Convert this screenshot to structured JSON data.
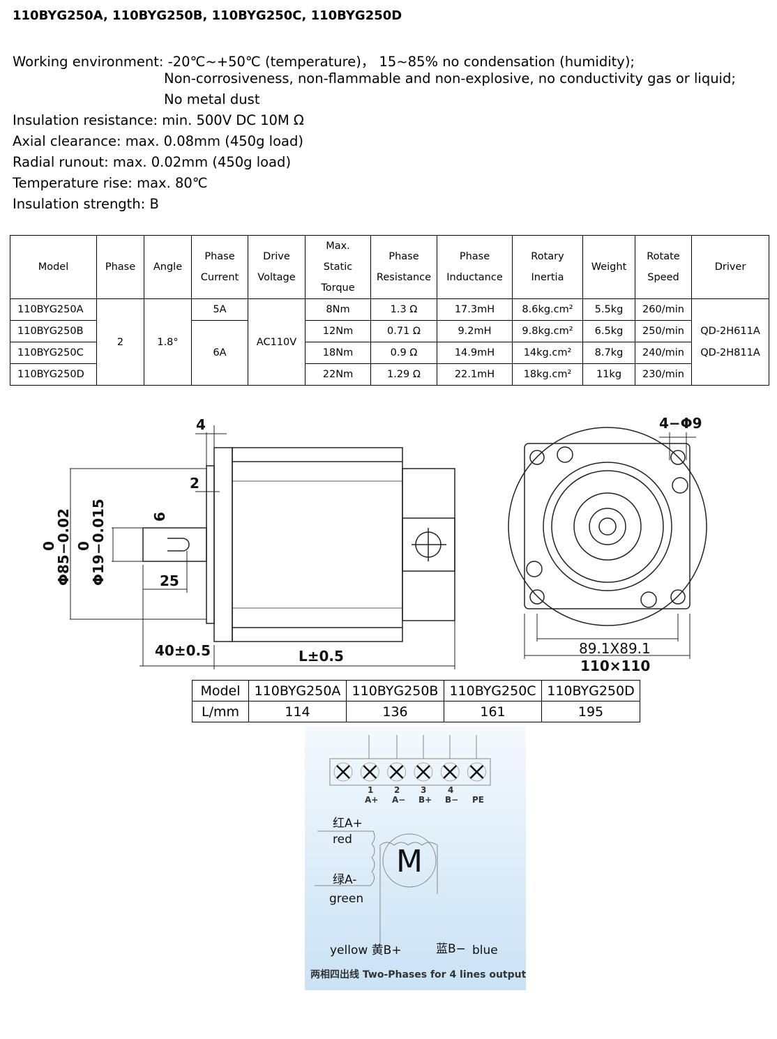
{
  "title": "110BYG250A, 110BYG250B, 110BYG250C, 110BYG250D",
  "specs": {
    "env1": "Working environment: -20℃~+50℃  (temperature)， 15~85% no condensation (humidity);",
    "env2": "Non-corrosiveness, non-flammable and non-explosive, no conductivity gas or liquid;",
    "env3": "No metal dust",
    "insulation_resistance": "Insulation resistance: min. 500V DC 10M Ω",
    "axial": "Axial clearance: max. 0.08mm (450g load)",
    "radial": "Radial runout: max. 0.02mm (450g load)",
    "temp_rise": "Temperature rise: max. 80℃",
    "insulation_strength": "Insulation strength: B"
  },
  "table": {
    "headers": [
      [
        "Model"
      ],
      [
        "Phase"
      ],
      [
        "Angle"
      ],
      [
        "Phase",
        "Current"
      ],
      [
        "Drive",
        "Voltage"
      ],
      [
        "Max.",
        "Static",
        "Torque"
      ],
      [
        "Phase",
        "Resistance"
      ],
      [
        "Phase",
        "Inductance"
      ],
      [
        "Rotary",
        "Inertia"
      ],
      [
        "Weight"
      ],
      [
        "Rotate",
        "Speed"
      ],
      [
        "Driver"
      ]
    ],
    "phase": "2",
    "angle": "1.8°",
    "voltage": "AC110V",
    "current_a": "5A",
    "current_bcd": "6A",
    "driver_1": "QD-2H611A",
    "driver_2": "QD-2H811A",
    "rows": [
      {
        "model": "110BYG250A",
        "torque": "8Nm",
        "resistance": "1.3 Ω",
        "inductance": "17.3mH",
        "inertia": "8.6kg.cm²",
        "weight": "5.5kg",
        "speed": "260/min"
      },
      {
        "model": "110BYG250B",
        "torque": "12Nm",
        "resistance": "0.71 Ω",
        "inductance": "9.2mH",
        "inertia": "9.8kg.cm²",
        "weight": "6.5kg",
        "speed": "250/min"
      },
      {
        "model": "110BYG250C",
        "torque": "18Nm",
        "resistance": "0.9 Ω",
        "inductance": "14.9mH",
        "inertia": "14kg.cm²",
        "weight": "8.7kg",
        "speed": "240/min"
      },
      {
        "model": "110BYG250D",
        "torque": "22Nm",
        "resistance": "1.29 Ω",
        "inductance": "22.1mH",
        "inertia": "18kg.cm²",
        "weight": "11kg",
        "speed": "230/min"
      }
    ]
  },
  "drawing": {
    "d4": "4",
    "d2": "2",
    "d6": "6",
    "d25": "25",
    "d85": "Φ85−0.02",
    "d85z": "0",
    "d19": "Φ19−0.015",
    "d19z": "0",
    "d40": "40±0.5",
    "dL": "L±0.5",
    "holes": "4−Φ9",
    "d89": "89.1X89.1",
    "d110": "110×110"
  },
  "lengths": {
    "h_model": "Model",
    "h_len": "L/mm",
    "models": [
      "110BYG250A",
      "110BYG250B",
      "110BYG250C",
      "110BYG250D"
    ],
    "values": [
      "114",
      "136",
      "161",
      "195"
    ]
  },
  "wiring": {
    "nums": [
      "1",
      "2",
      "3",
      "4"
    ],
    "terms": [
      "A+",
      "A−",
      "B+",
      "B−",
      "PE"
    ],
    "red_cn": "红A+",
    "red": "red",
    "green_cn": "绿A-",
    "green": "green",
    "motor": "M",
    "yellow": "yellow 黄B+",
    "blue_cn": "蓝B−",
    "blue": "blue",
    "caption": "两相四出线 Two-Phases for 4 lines output"
  }
}
